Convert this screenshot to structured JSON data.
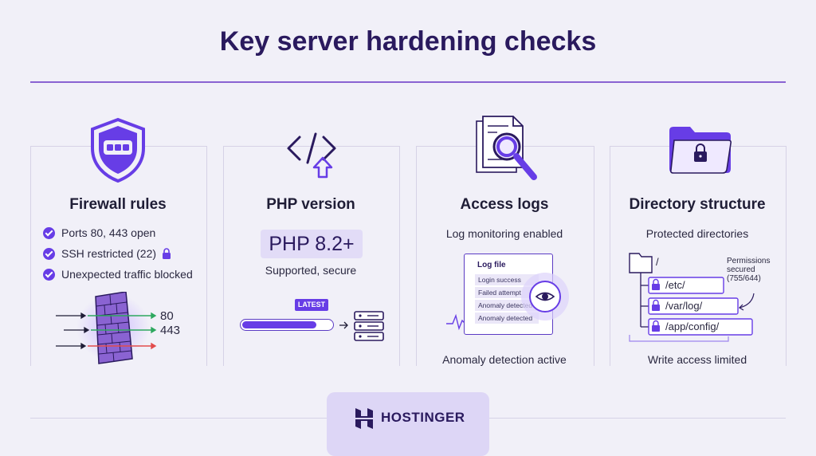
{
  "title": "Key server hardening checks",
  "colors": {
    "accent": "#673de6",
    "dark": "#2a1a5e",
    "green": "#2ea85f",
    "red": "#e24c4c",
    "badge_bg": "#e2dcf7"
  },
  "panels": [
    {
      "heading": "Firewall rules",
      "icon": "shield-icon",
      "checks": [
        "Ports 80, 443 open",
        "SSH restricted (22)",
        "Unexpected traffic blocked"
      ],
      "port_labels": [
        "80",
        "443"
      ]
    },
    {
      "heading": "PHP version",
      "icon": "code-upgrade-icon",
      "version_badge": "PHP 8.2+",
      "subtitle": "Supported, secure",
      "latest_label": "LATEST",
      "progress": 0.8
    },
    {
      "heading": "Access logs",
      "icon": "document-search-icon",
      "subtitle": "Log monitoring enabled",
      "log_title": "Log file",
      "log_entries": [
        "Login success",
        "Failed attempt",
        "Anomaly detected",
        "Anomaly detected"
      ],
      "footer": "Anomaly detection active"
    },
    {
      "heading": "Directory structure",
      "icon": "locked-folder-icon",
      "subtitle": "Protected directories",
      "root": "/",
      "dirs": [
        "/etc/",
        "/var/log/",
        "/app/config/"
      ],
      "permissions_note": [
        "Permissions",
        "secured",
        "(755/644)"
      ],
      "footer": "Write access limited"
    }
  ],
  "brand": {
    "name": "HOSTINGER"
  }
}
